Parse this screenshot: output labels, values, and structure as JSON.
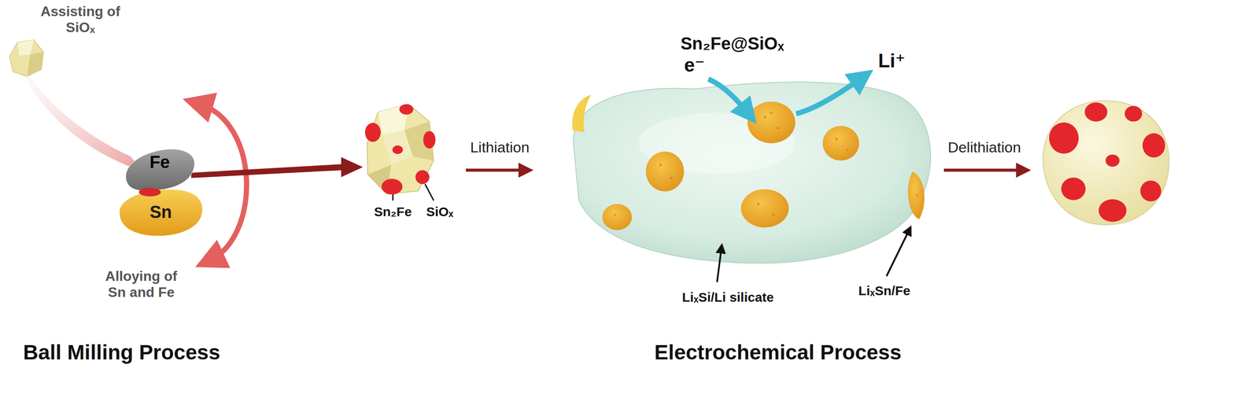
{
  "diagram": {
    "nodes": [
      {
        "text": [
          "Fe"
        ]
      },
      {
        "text": [
          "Sn"
        ]
      }
    ],
    "labels": [
      "Assisting of SiOₓ",
      "Alloying of Sn and Fe",
      "Ball Milling Process",
      "Sn₂Fe",
      "SiOₓ",
      "Lithiation",
      "Sn₂Fe@SiOₓ",
      "e⁻",
      "Li⁺",
      "LiₓSi/Li silicate",
      "LiₓSn/Fe",
      "Delithiation",
      "Electrochemical Process"
    ]
  }
}
